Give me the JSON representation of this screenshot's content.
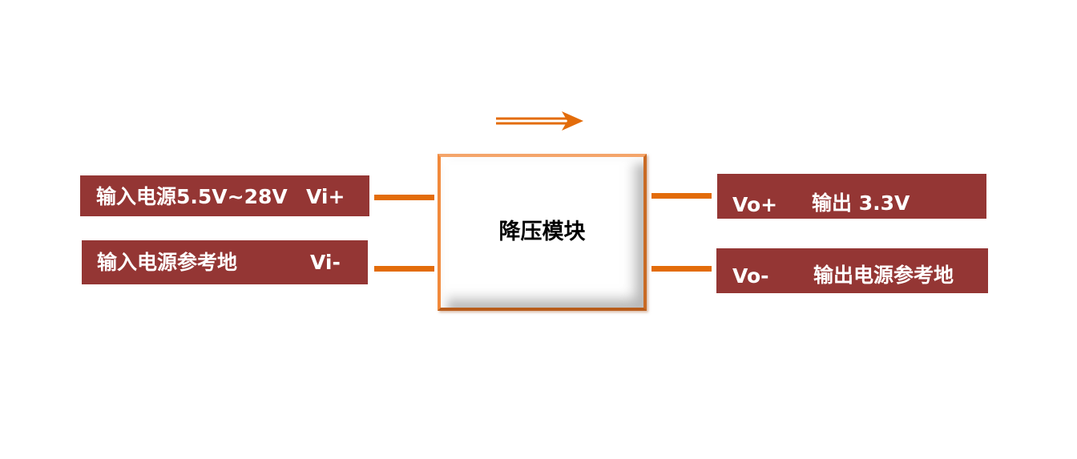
{
  "module": {
    "title": "降压模块"
  },
  "inputs": {
    "positive": {
      "label": "输入电源5.5V~28V",
      "pin": "Vi+"
    },
    "negative": {
      "label": "输入电源参考地",
      "pin": "Vi-"
    }
  },
  "outputs": {
    "positive": {
      "pin": "Vo+",
      "label": "输出 3.3V"
    },
    "negative": {
      "pin": "Vo-",
      "label": "输出电源参考地"
    }
  },
  "colors": {
    "label_fill": "#943634",
    "wire": "#e36c0a",
    "label_text": "#ffffff"
  }
}
